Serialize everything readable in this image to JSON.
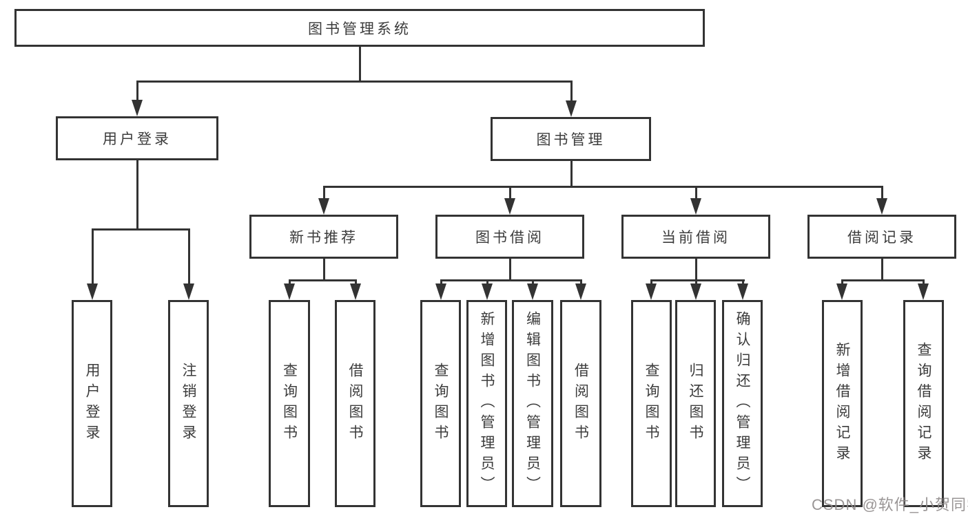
{
  "colors": {
    "line": "#333333",
    "text": "#3c3c3c",
    "background": "#ffffff",
    "watermark": "#8f8a8a"
  },
  "watermark": {
    "text": "CSDN @软件_小贺同学"
  },
  "tree": {
    "root": {
      "label": "图书管理系统"
    },
    "groups": [
      {
        "label": "用户登录",
        "children": [
          {
            "label": "用户登录"
          },
          {
            "label": "注销登录"
          }
        ]
      },
      {
        "label": "图书管理",
        "sections": [
          {
            "label": "新书推荐",
            "children": [
              {
                "label": "查询图书"
              },
              {
                "label": "借阅图书"
              }
            ]
          },
          {
            "label": "图书借阅",
            "children": [
              {
                "label": "查询图书"
              },
              {
                "label": "新增图书（管理员）"
              },
              {
                "label": "编辑图书（管理员）"
              },
              {
                "label": "借阅图书"
              }
            ]
          },
          {
            "label": "当前借阅",
            "children": [
              {
                "label": "查询图书"
              },
              {
                "label": "归还图书"
              },
              {
                "label": "确认归还（管理员）"
              }
            ]
          },
          {
            "label": "借阅记录",
            "children": [
              {
                "label": "新增借阅记录"
              },
              {
                "label": "查询借阅记录"
              }
            ]
          }
        ]
      }
    ]
  }
}
